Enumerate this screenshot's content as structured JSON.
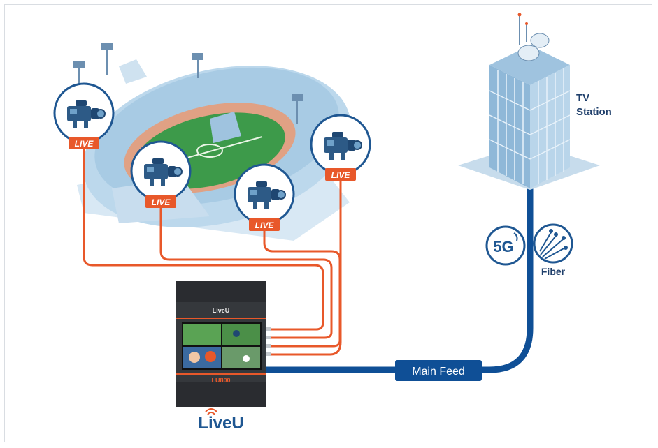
{
  "camera_badge": "LIVE",
  "device": {
    "brand": "LiveU",
    "model": "LU800"
  },
  "logo": {
    "text": "LiveU"
  },
  "feed_label": "Main Feed",
  "badge_5g": "5G",
  "fiber_label": "Fiber",
  "station": {
    "line1": "TV",
    "line2": "Station"
  },
  "colors": {
    "orange": "#e8582a",
    "navy": "#0f4f96",
    "label_dark": "#1f3f6b",
    "stadium": "#bcd8ec",
    "field": "#3d9a4a"
  },
  "cameras": [
    "camera-1",
    "camera-2",
    "camera-3",
    "camera-4"
  ]
}
